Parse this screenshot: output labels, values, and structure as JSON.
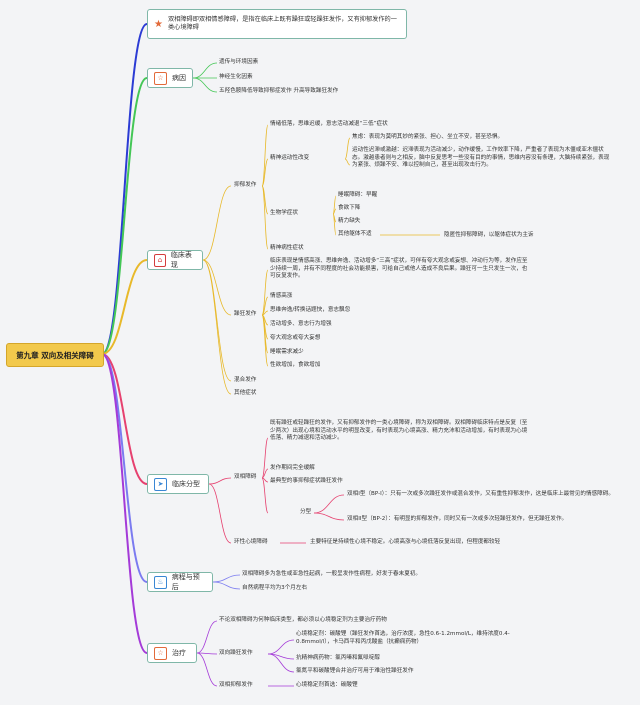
{
  "root": "第九章 双向及相关障碍",
  "branches": {
    "intro": "双相障碍即双相情感障碍，是指在临床上既有躁狂或轻躁狂发作，又有抑郁发作的一类心境障碍",
    "cause": {
      "label": "病因",
      "items": [
        "遗传与环境因素",
        "神经生化因素",
        "五羟色胺降低导致抑郁症发作 升高导致躁狂发作"
      ]
    },
    "clinical": {
      "label": "临床表现",
      "depression": {
        "label": "抑郁发作",
        "items": {
          "mood": "情绪低落，思维迟缓，意志活动减退“三低”症状",
          "psychomotor": "精神运动性改变",
          "anxiety": "焦虑：表现为莫明其妙的紧张、担心、坐立不安，甚至恐惧。",
          "retardation": "运动性迟滞或激越：迟滞表现为活动减少，动作缓慢，工作效率下降，严重者了表现为木僵或亚木僵状态。激越患者则与之相反，脑中反复思考一些没有目的的事情，思维内容没有条理，大脑持续紧张，表现为紧张、烦躁不安、难以控制自己，甚至出现攻击行为。",
          "biological": "生物学症状",
          "sleep": "睡眠障碍：早醒",
          "appetite": "食欲下降",
          "fatigue": "精力缺失",
          "other_physical": "其他躯体不适",
          "masked": "隐匿性抑郁障碍，以躯体症状为主诉",
          "psychotic": "精神病性症状"
        }
      },
      "mania": {
        "label": "躁狂发作",
        "desc": "临床表现是情感高涨、思维奔逸、活动增多“三高”症状，可伴有夸大观念或妄想、冲动行为等，发作应至少持续一周，并有不同程度的社会功能损害，可给自己或他人造成不良后果。躁狂可一生只发生一次，也可反复发作。",
        "items": [
          "情感高涨",
          "思维奔逸/转换话题快，意志飘忽",
          "活动增多、意志行为增强",
          "夸大观念或夸大妄想",
          "睡眠需求减少",
          "性欲增加，食欲增加"
        ]
      },
      "mixed": "混合发作",
      "other": "其他症状"
    },
    "classification": {
      "label": "临床分型",
      "bipolar": "双相障碍",
      "desc": "既有躁狂或轻躁狂的发作，又有抑郁发作的一类心境障碍，称为双相障碍。双相障碍临床特点是反复（至少两次）出现心境和活动水平的明显改变，有时表现为心境高涨、精力充沛和活动增加，有时表现为心境低落、精力减退和活动减少。",
      "remission": "发作期间完全缓解",
      "first": "最典型的事抑郁症状躁狂发作",
      "subtype": "分型",
      "bp1": "双相I型（BP-I）：只有一次或多次躁狂发作或混合发作，又有重性抑郁发作，这是临床上最常见的情感障碍。",
      "bp2": "双相II型（BP-2）：有明显的抑郁发作，同时又有一次或多次轻躁狂发作，但无躁狂发作。",
      "cyclothymia": "环性心境障碍",
      "cyclo_desc": "主要特征是持续性心境不稳定。心境高涨与心境低落反复出现，但程度都较轻"
    },
    "course": {
      "label": "病程与预后",
      "items": [
        "双相障碍多为急性或亚急性起病，一般呈发作性病程，好发于春末夏初。",
        "自然病程平均为3个月左右"
      ]
    },
    "treatment": {
      "label": "治疗",
      "principle": "不论双相障碍为何种临床类型，都必须以心境稳定剂为主要治疗药物",
      "bd": "双向躁狂发作",
      "lithium": "心境稳定剂：碳酸锂（躁狂发作首选，治疗浓度，急性0.6-1.2mmol/L，维持浓度0.4-0.8mmol/l），卡马西平和丙戊酸盐（抗癫痫药物）",
      "antipsychotic": "抗精神病药物：氯丙嗪和氟哌啶醇",
      "combo": "氯氮平和碳酸锂合并治疗可用于难治性躁狂发作",
      "bd_dep": "双相抑郁发作",
      "bd_dep_drug": "心境稳定剂首选：碳酸锂"
    }
  },
  "colors": {
    "intro": "#2b3bd4",
    "cause": "#44c756",
    "clinical": "#e8b92a",
    "classification": "#e6416f",
    "course": "#7b7bf0",
    "treatment": "#a43ad8"
  }
}
